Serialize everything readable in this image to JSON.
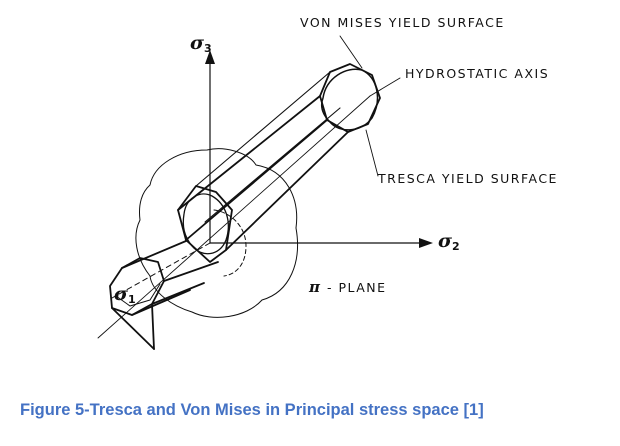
{
  "labels": {
    "von_mises": "VON MISES YIELD SURFACE",
    "hydrostatic_axis": "HYDROSTATIC AXIS",
    "tresca": "TRESCA YIELD SURFACE",
    "pi_plane_symbol": "π",
    "pi_plane_text": "- PLANE"
  },
  "axes": {
    "sigma3": {
      "symbol": "σ",
      "subscript": "3"
    },
    "sigma2": {
      "symbol": "σ",
      "subscript": "2"
    },
    "sigma1": {
      "symbol": "σ",
      "subscript": "1"
    }
  },
  "caption": "Figure 5-Tresca and Von Mises in Principal stress space [1]",
  "colors": {
    "ink": "#111111",
    "caption": "#4472c4"
  }
}
